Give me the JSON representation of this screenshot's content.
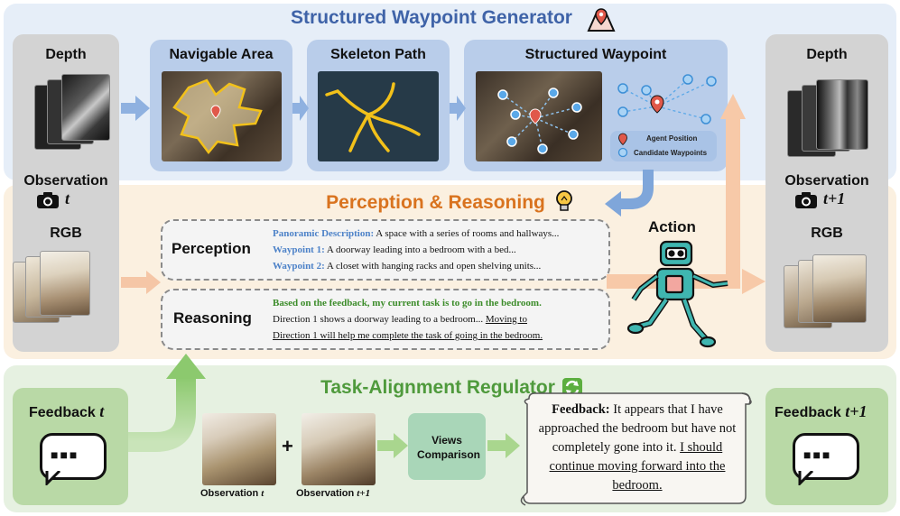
{
  "generator": {
    "title": "Structured Waypoint Generator",
    "steps": {
      "navigable": "Navigable Area",
      "skeleton": "Skeleton Path",
      "waypoint": "Structured Waypoint"
    },
    "legend": {
      "agent": "Agent Position",
      "candidates": "Candidate Waypoints"
    }
  },
  "left_obs": {
    "depth": "Depth",
    "observation": "Observation",
    "t": "t",
    "rgb": "RGB"
  },
  "right_obs": {
    "depth": "Depth",
    "observation": "Observation",
    "t": "t+1",
    "rgb": "RGB"
  },
  "perception_reasoning": {
    "title": "Perception & Reasoning",
    "perception_label": "Perception",
    "reasoning_label": "Reasoning",
    "perception_lines": [
      {
        "key": "Panoramic Description:",
        "text": "A space with a series of rooms and hallways..."
      },
      {
        "key": "Waypoint 1:",
        "text": "A doorway leading into a bedroom with a bed..."
      },
      {
        "key": "Waypoint 2:",
        "text": "A closet with hanging racks and open shelving units..."
      }
    ],
    "reasoning_line1": "Based on the feedback, my current task is to go in the bedroom.",
    "reasoning_line2a": "Direction 1 shows a doorway leading to a bedroom...",
    "reasoning_line2b": "Moving to",
    "reasoning_line3": "Direction 1 will help me complete the task of going in the bedroom.",
    "action": "Action"
  },
  "regulator": {
    "title": "Task-Alignment Regulator",
    "feedback_left": "Feedback",
    "feedback_left_t": "t",
    "feedback_right": "Feedback",
    "feedback_right_t": "t+1",
    "plus": "+",
    "obs_left_caption": "Observation",
    "obs_left_t": "t",
    "obs_right_caption": "Observation",
    "obs_right_t": "t+1",
    "views_comparison": "Views Comparison",
    "scroll_key": "Feedback:",
    "scroll_text": "It appears that I have approached the bedroom but have not completely gone into it.",
    "scroll_underlined": "I should continue moving forward into the bedroom.",
    "dots": "■■■"
  },
  "colors": {
    "blue_band": "#e6eef8",
    "orange_band": "#fbf0e0",
    "green_band": "#e6f1e1",
    "gray_panel": "#d6d6d6",
    "blue_panel": "#b9cdea",
    "blue_title": "#3f63a8",
    "orange_title": "#d9731f",
    "green_title": "#4f9a3c",
    "blue_text": "#4d82c8",
    "green_text": "#3c8c2a"
  }
}
